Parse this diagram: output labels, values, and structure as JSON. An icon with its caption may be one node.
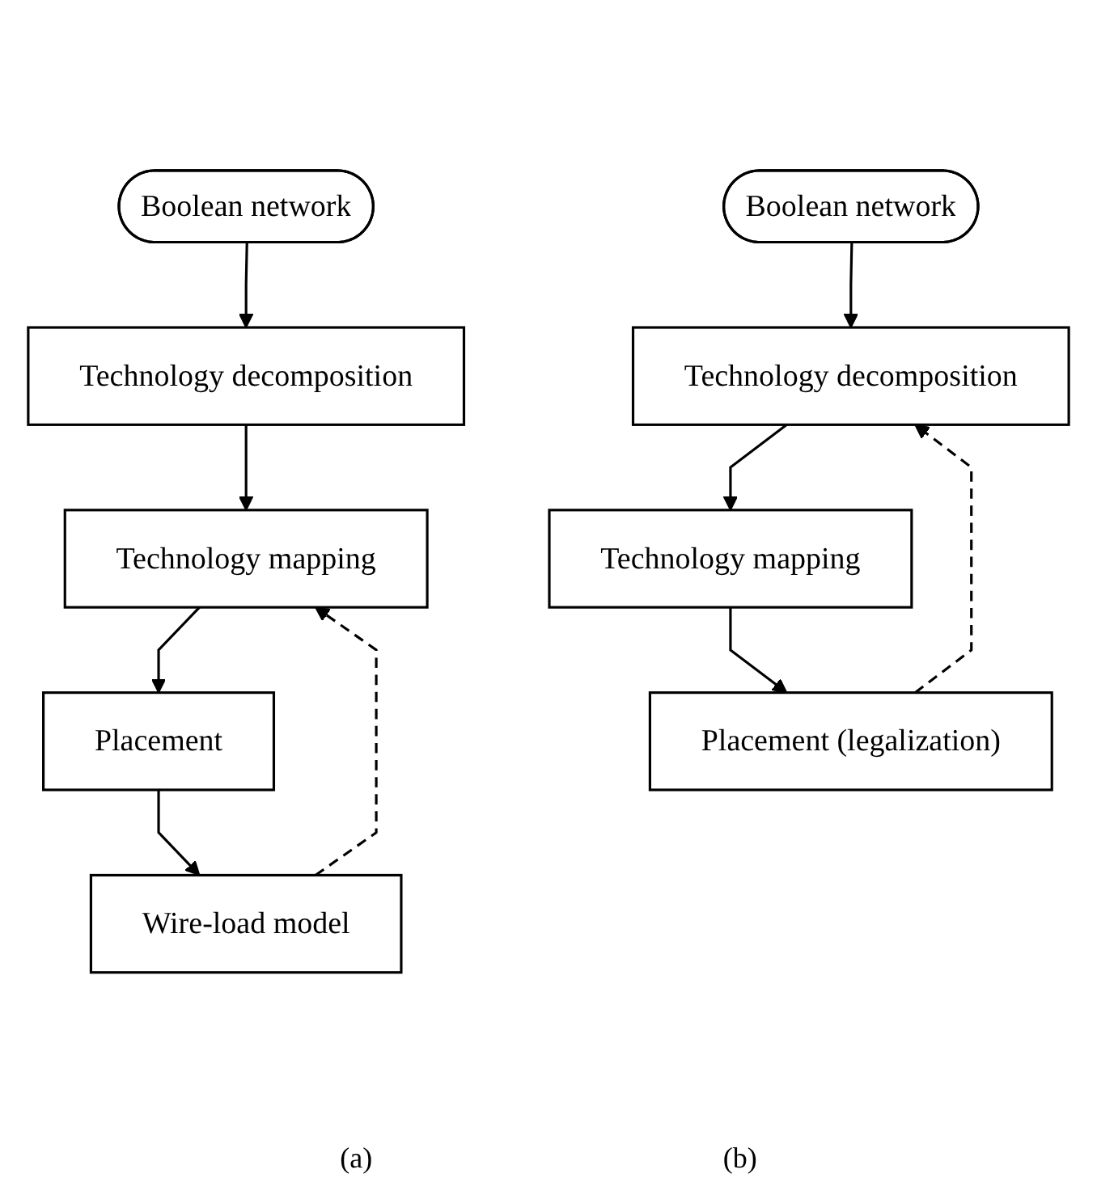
{
  "diagram": {
    "nodes": [
      {
        "text": [
          "Boolean network"
        ]
      },
      {
        "text": [
          "Technology decomposition"
        ]
      },
      {
        "text": [
          "Technology mapping"
        ]
      },
      {
        "text": [
          "Placement"
        ]
      },
      {
        "text": [
          "Wire-load model"
        ]
      },
      {
        "text": [
          "Boolean network"
        ]
      },
      {
        "text": [
          "Technology decomposition"
        ]
      },
      {
        "text": [
          "Technology mapping"
        ]
      },
      {
        "text": [
          "Placement (legalization)"
        ]
      }
    ],
    "edges": [
      {
        "from": 0,
        "to": 1,
        "arrow": "to"
      },
      {
        "from": 1,
        "to": 2,
        "arrow": "to"
      },
      {
        "from": 2,
        "to": 3,
        "arrow": "to"
      },
      {
        "from": 3,
        "to": 4,
        "arrow": "to"
      },
      {
        "from": 4,
        "to": 2,
        "arrow": "to",
        "style": "dashed"
      },
      {
        "from": 5,
        "to": 6,
        "arrow": "to"
      },
      {
        "from": 6,
        "to": 7,
        "arrow": "to"
      },
      {
        "from": 7,
        "to": 8,
        "arrow": "to"
      },
      {
        "from": 8,
        "to": 6,
        "arrow": "to",
        "style": "dashed"
      }
    ],
    "labels": [
      "(a)",
      "(b)"
    ]
  }
}
